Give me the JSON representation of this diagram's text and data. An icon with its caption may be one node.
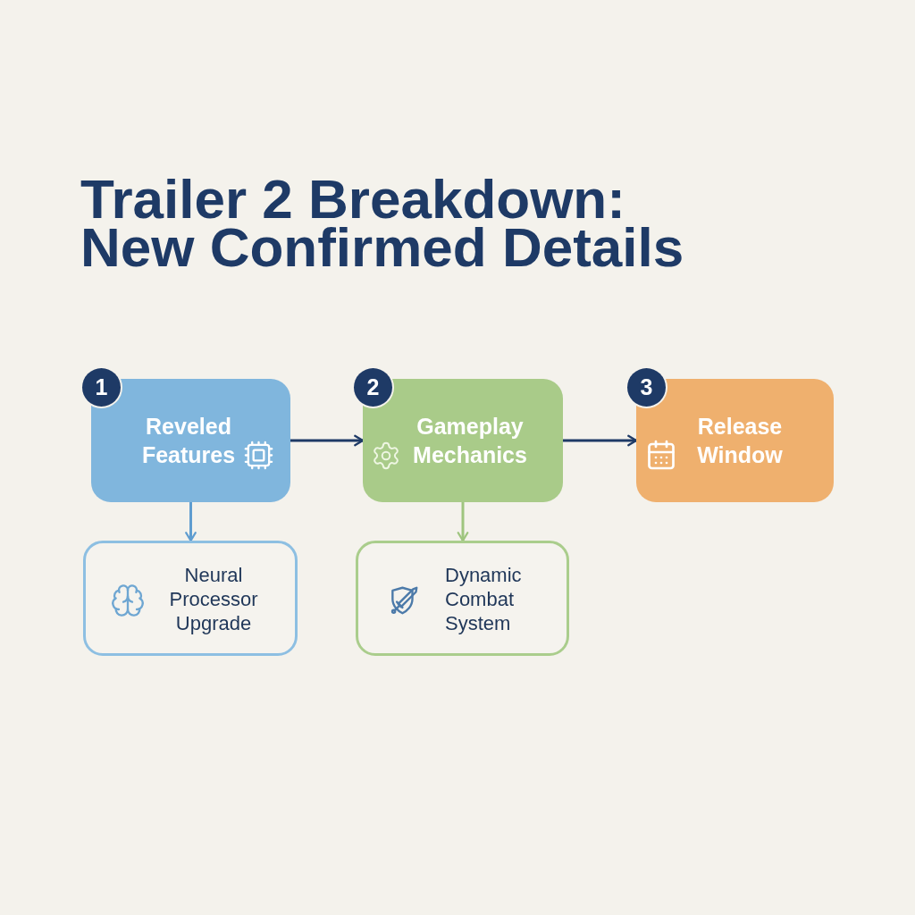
{
  "diagram": {
    "title": "Trailer 2 Breakdown: New Confirmed Details",
    "nodes": [
      {
        "text": [
          "1",
          "Reveled Features"
        ]
      },
      {
        "text": [
          "2",
          "Gameplay Mechanics"
        ]
      },
      {
        "text": [
          "3",
          "Release Window"
        ]
      },
      {
        "text": [
          "Neural Processor Upgrade"
        ]
      },
      {
        "text": [
          "Dynamic Combat System"
        ]
      }
    ],
    "edges": [
      {
        "from": 0,
        "to": 1,
        "arrow": "to"
      },
      {
        "from": 1,
        "to": 2,
        "arrow": "to"
      },
      {
        "from": 0,
        "to": 3,
        "arrow": "to",
        "color": "#5f9dd0"
      },
      {
        "from": 1,
        "to": 4,
        "arrow": "to",
        "color": "#9fc57f"
      }
    ]
  }
}
